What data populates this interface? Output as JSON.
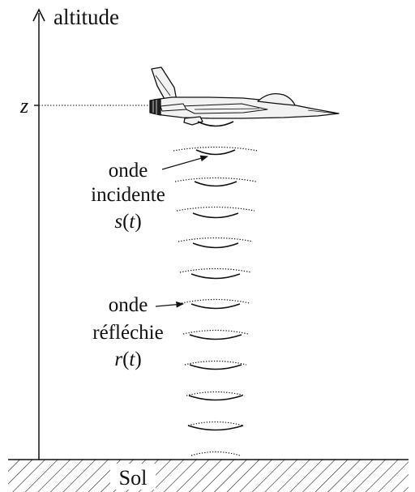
{
  "axis": {
    "label": "altitude",
    "z_label": "z"
  },
  "incident": {
    "line1": "onde",
    "line2": "incidente",
    "symbol": "s",
    "arg": "t"
  },
  "reflected": {
    "line1": "onde",
    "line2": "réfléchie",
    "symbol": "r",
    "arg": "t"
  },
  "ground": {
    "label": "Sol"
  },
  "colors": {
    "ink": "#111111",
    "aircraft": "#f2f2f2"
  }
}
